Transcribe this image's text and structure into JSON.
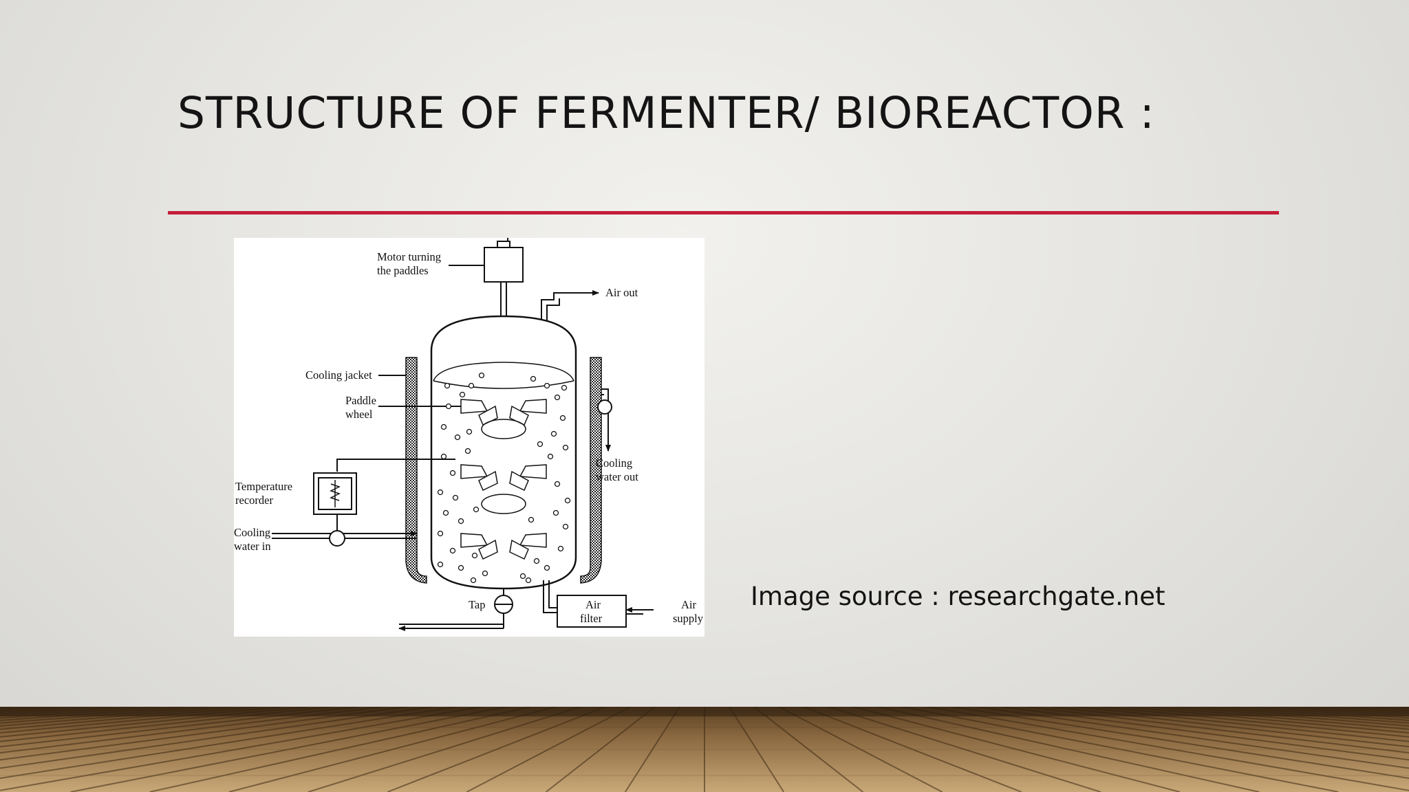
{
  "slide": {
    "title": "STRUCTURE OF FERMENTER/ BIOREACTOR :",
    "accent_color": "#c41e3a",
    "caption": "Image source : researchgate.net"
  },
  "diagram": {
    "labels": {
      "motor_1": "Motor turning",
      "motor_2": "the paddles",
      "air_out": "Air out",
      "cooling_jacket": "Cooling jacket",
      "paddle_1": "Paddle",
      "paddle_2": "wheel",
      "temp_1": "Temperature",
      "temp_2": "recorder",
      "cwin_1": "Cooling",
      "cwin_2": "water in",
      "cwout_1": "Cooling",
      "cwout_2": "water out",
      "tap": "Tap",
      "filter_1": "Air",
      "filter_2": "filter",
      "supply_1": "Air",
      "supply_2": "supply"
    }
  }
}
